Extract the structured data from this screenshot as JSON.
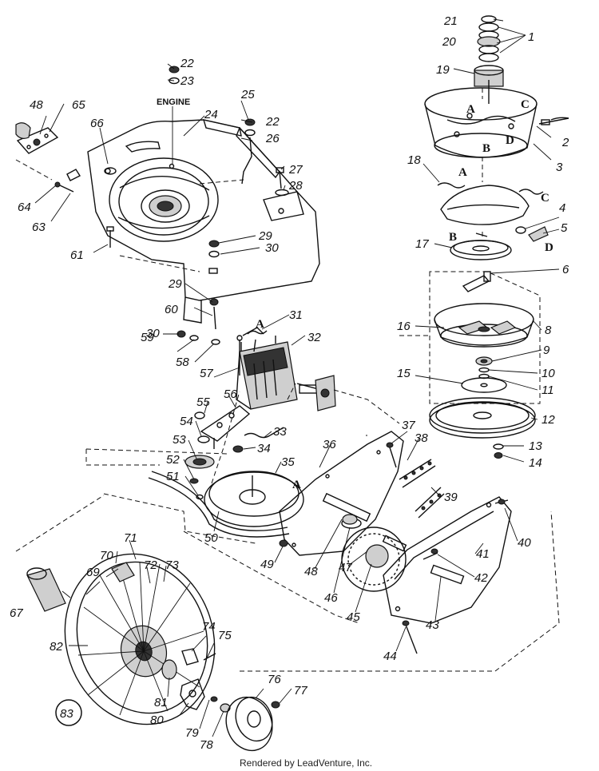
{
  "engine_label": "ENGINE",
  "footer": "Rendered by LeadVenture, Inc.",
  "circled_callout": "83",
  "callouts": [
    {
      "id": "c1",
      "text": "1"
    },
    {
      "id": "c2",
      "text": "2"
    },
    {
      "id": "c3",
      "text": "3"
    },
    {
      "id": "c4",
      "text": "4"
    },
    {
      "id": "c5",
      "text": "5"
    },
    {
      "id": "c6",
      "text": "6"
    },
    {
      "id": "c8",
      "text": "8"
    },
    {
      "id": "c9",
      "text": "9"
    },
    {
      "id": "c10",
      "text": "10"
    },
    {
      "id": "c11",
      "text": "11"
    },
    {
      "id": "c12",
      "text": "12"
    },
    {
      "id": "c13",
      "text": "13"
    },
    {
      "id": "c14",
      "text": "14"
    },
    {
      "id": "c15",
      "text": "15"
    },
    {
      "id": "c16",
      "text": "16"
    },
    {
      "id": "c17",
      "text": "17"
    },
    {
      "id": "c18",
      "text": "18"
    },
    {
      "id": "c19",
      "text": "19"
    },
    {
      "id": "c20",
      "text": "20"
    },
    {
      "id": "c21",
      "text": "21"
    },
    {
      "id": "c22a",
      "text": "22"
    },
    {
      "id": "c22b",
      "text": "22"
    },
    {
      "id": "c23",
      "text": "23"
    },
    {
      "id": "c24",
      "text": "24"
    },
    {
      "id": "c25",
      "text": "25"
    },
    {
      "id": "c26",
      "text": "26"
    },
    {
      "id": "c27",
      "text": "27"
    },
    {
      "id": "c28",
      "text": "28"
    },
    {
      "id": "c29a",
      "text": "29"
    },
    {
      "id": "c29b",
      "text": "29"
    },
    {
      "id": "c30a",
      "text": "30"
    },
    {
      "id": "c30b",
      "text": "30"
    },
    {
      "id": "c31",
      "text": "31"
    },
    {
      "id": "c32",
      "text": "32"
    },
    {
      "id": "c33",
      "text": "33"
    },
    {
      "id": "c34",
      "text": "34"
    },
    {
      "id": "c35",
      "text": "35"
    },
    {
      "id": "c36",
      "text": "36"
    },
    {
      "id": "c37",
      "text": "37"
    },
    {
      "id": "c38",
      "text": "38"
    },
    {
      "id": "c39",
      "text": "39"
    },
    {
      "id": "c40",
      "text": "40"
    },
    {
      "id": "c41",
      "text": "41"
    },
    {
      "id": "c42",
      "text": "42"
    },
    {
      "id": "c43",
      "text": "43"
    },
    {
      "id": "c44",
      "text": "44"
    },
    {
      "id": "c45",
      "text": "45"
    },
    {
      "id": "c46",
      "text": "46"
    },
    {
      "id": "c47",
      "text": "47"
    },
    {
      "id": "c48a",
      "text": "48"
    },
    {
      "id": "c48b",
      "text": "48"
    },
    {
      "id": "c49",
      "text": "49"
    },
    {
      "id": "c50",
      "text": "50"
    },
    {
      "id": "c51",
      "text": "51"
    },
    {
      "id": "c52",
      "text": "52"
    },
    {
      "id": "c53",
      "text": "53"
    },
    {
      "id": "c54",
      "text": "54"
    },
    {
      "id": "c55",
      "text": "55"
    },
    {
      "id": "c56",
      "text": "56"
    },
    {
      "id": "c57",
      "text": "57"
    },
    {
      "id": "c58",
      "text": "58"
    },
    {
      "id": "c59",
      "text": "59"
    },
    {
      "id": "c60",
      "text": "60"
    },
    {
      "id": "c61",
      "text": "61"
    },
    {
      "id": "c63",
      "text": "63"
    },
    {
      "id": "c64",
      "text": "64"
    },
    {
      "id": "c65",
      "text": "65"
    },
    {
      "id": "c66",
      "text": "66"
    },
    {
      "id": "c67",
      "text": "67"
    },
    {
      "id": "c69",
      "text": "69"
    },
    {
      "id": "c70",
      "text": "70"
    },
    {
      "id": "c71",
      "text": "71"
    },
    {
      "id": "c72",
      "text": "72"
    },
    {
      "id": "c73",
      "text": "73"
    },
    {
      "id": "c74",
      "text": "74"
    },
    {
      "id": "c75",
      "text": "75"
    },
    {
      "id": "c76",
      "text": "76"
    },
    {
      "id": "c77",
      "text": "77"
    },
    {
      "id": "c78",
      "text": "78"
    },
    {
      "id": "c79",
      "text": "79"
    },
    {
      "id": "c80",
      "text": "80"
    },
    {
      "id": "c81",
      "text": "81"
    },
    {
      "id": "c82",
      "text": "82"
    }
  ],
  "letters": [
    {
      "id": "lA1",
      "text": "A"
    },
    {
      "id": "lB1",
      "text": "B"
    },
    {
      "id": "lC1",
      "text": "C"
    },
    {
      "id": "lD1",
      "text": "D"
    },
    {
      "id": "lA2",
      "text": "A"
    },
    {
      "id": "lB2",
      "text": "B"
    },
    {
      "id": "lC2",
      "text": "C"
    },
    {
      "id": "lD2",
      "text": "D"
    },
    {
      "id": "lA3",
      "text": "A"
    },
    {
      "id": "lA4",
      "text": "A"
    }
  ]
}
